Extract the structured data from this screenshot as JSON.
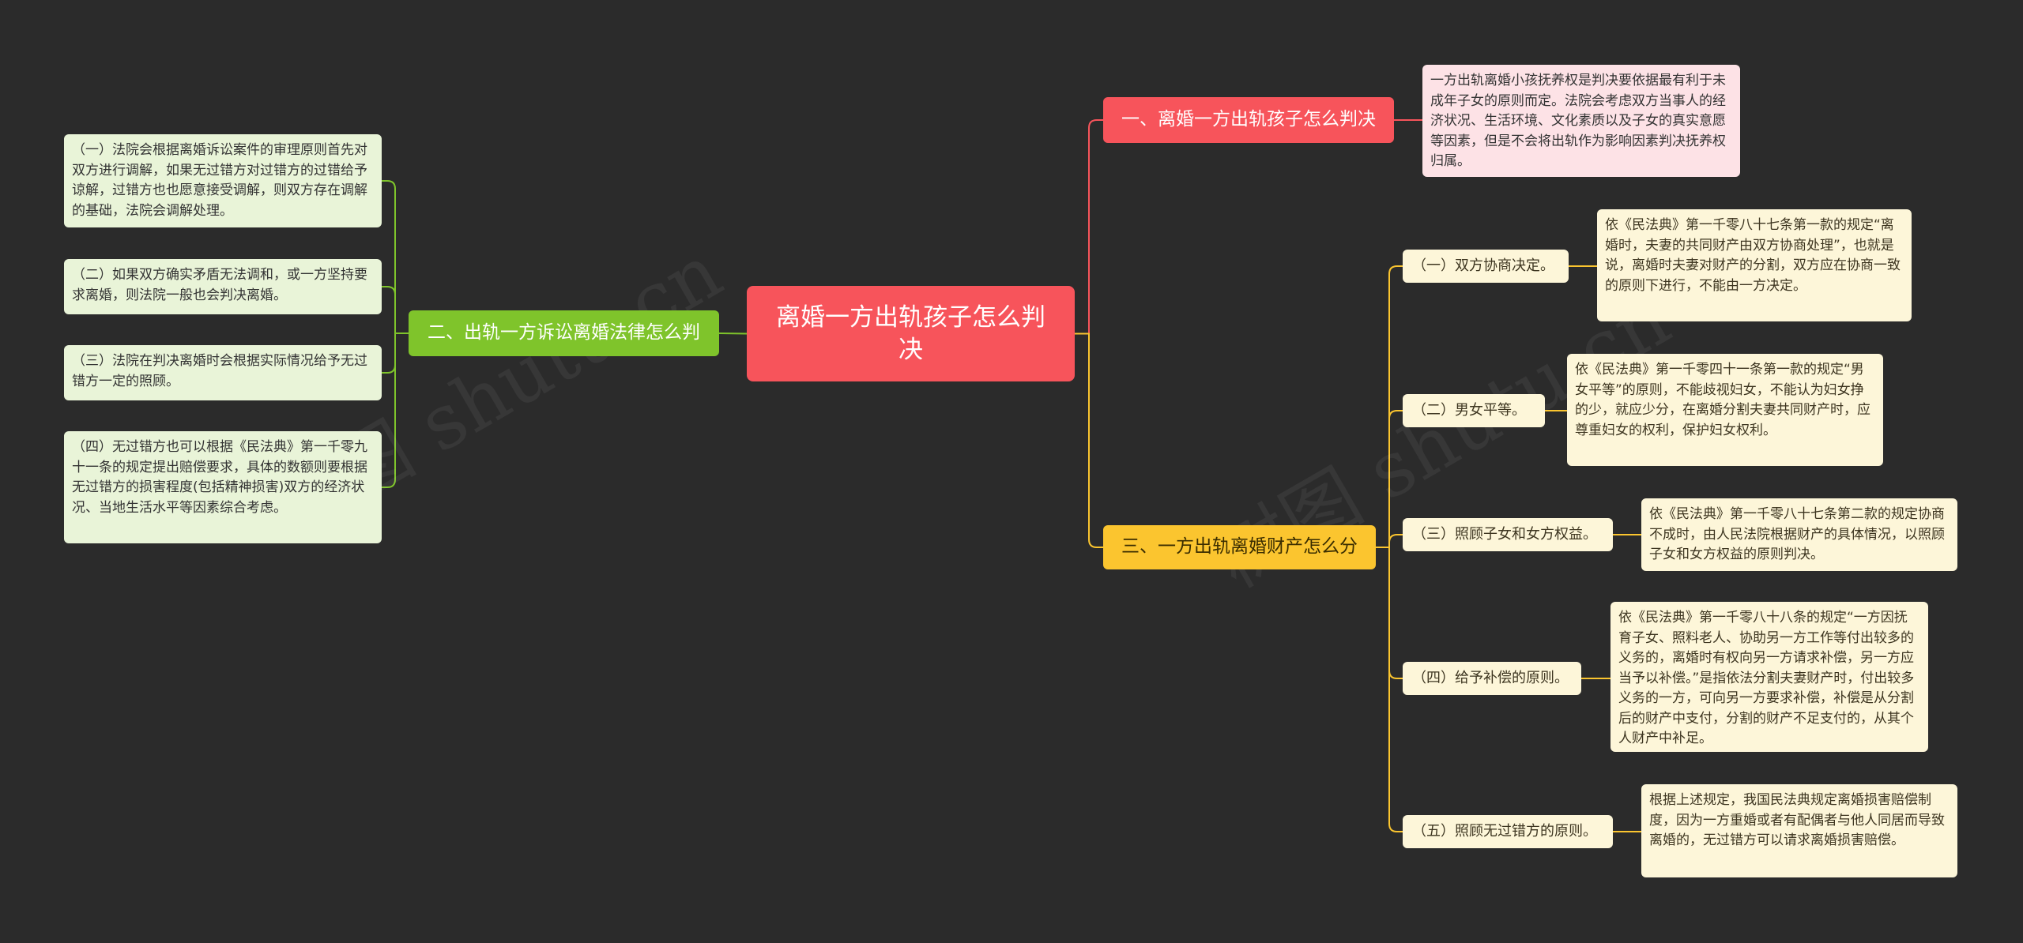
{
  "root": {
    "label": "离婚一方出轨孩子怎么判决"
  },
  "branches": {
    "b1": {
      "label": "一、离婚一方出轨孩子怎么判决",
      "leaf": "一方出轨离婚小孩抚养权是判决要依据最有利于未成年子女的原则而定。法院会考虑双方当事人的经济状况、生活环境、文化素质以及子女的真实意愿等因素，但是不会将出轨作为影响因素判决抚养权归属。"
    },
    "b2": {
      "label": "二、出轨一方诉讼离婚法律怎么判",
      "leaves": [
        "（一）法院会根据离婚诉讼案件的审理原则首先对双方进行调解，如果无过错方对过错方的过错给予谅解，过错方也也愿意接受调解，则双方存在调解的基础，法院会调解处理。",
        "（二）如果双方确实矛盾无法调和，或一方坚持要求离婚，则法院一般也会判决离婚。",
        "（三）法院在判决离婚时会根据实际情况给予无过错方一定的照顾。",
        "（四）无过错方也可以根据《民法典》第一千零九十一条的规定提出赔偿要求，具体的数额则要根据无过错方的损害程度(包括精神损害)双方的经济状况、当地生活水平等因素综合考虑。"
      ]
    },
    "b3": {
      "label": "三、一方出轨离婚财产怎么分",
      "subs": [
        {
          "label": "（一）双方协商决定。",
          "leaf": "依《民法典》第一千零八十七条第一款的规定“离婚时，夫妻的共同财产由双方协商处理”，也就是说，离婚时夫妻对财产的分割，双方应在协商一致的原则下进行，不能由一方决定。"
        },
        {
          "label": "（二）男女平等。",
          "leaf": "依《民法典》第一千零四十一条第一款的规定“男女平等”的原则，不能歧视妇女，不能认为妇女挣的少，就应少分，在离婚分割夫妻共同财产时，应尊重妇女的权利，保护妇女权利。"
        },
        {
          "label": "（三）照顾子女和女方权益。",
          "leaf": "依《民法典》第一千零八十七条第二款的规定协商不成时，由人民法院根据财产的具体情况，以照顾子女和女方权益的原则判决。"
        },
        {
          "label": "（四）给予补偿的原则。",
          "leaf": "依《民法典》第一千零八十八条的规定“一方因抚育子女、照料老人、协助另一方工作等付出较多的义务的，离婚时有权向另一方请求补偿，另一方应当予以补偿。”是指依法分割夫妻财产时，付出较多义务的一方，可向另一方要求补偿，补偿是从分割后的财产中支付，分割的财产不足支付的，从其个人财产中补足。"
        },
        {
          "label": "（五）照顾无过错方的原则。",
          "leaf": "根据上述规定，我国民法典规定离婚损害赔偿制度，因为一方重婚或者有配偶者与他人同居而导致离婚的，无过错方可以请求离婚损害赔偿。"
        }
      ]
    }
  },
  "colors": {
    "background": "#2b2b2b",
    "red": "#f7545b",
    "green": "#7fc42b",
    "yellow": "#fbc52f",
    "link_red": "#f7545b",
    "link_green": "#7fc42b",
    "link_yellow": "#fbc52f"
  }
}
